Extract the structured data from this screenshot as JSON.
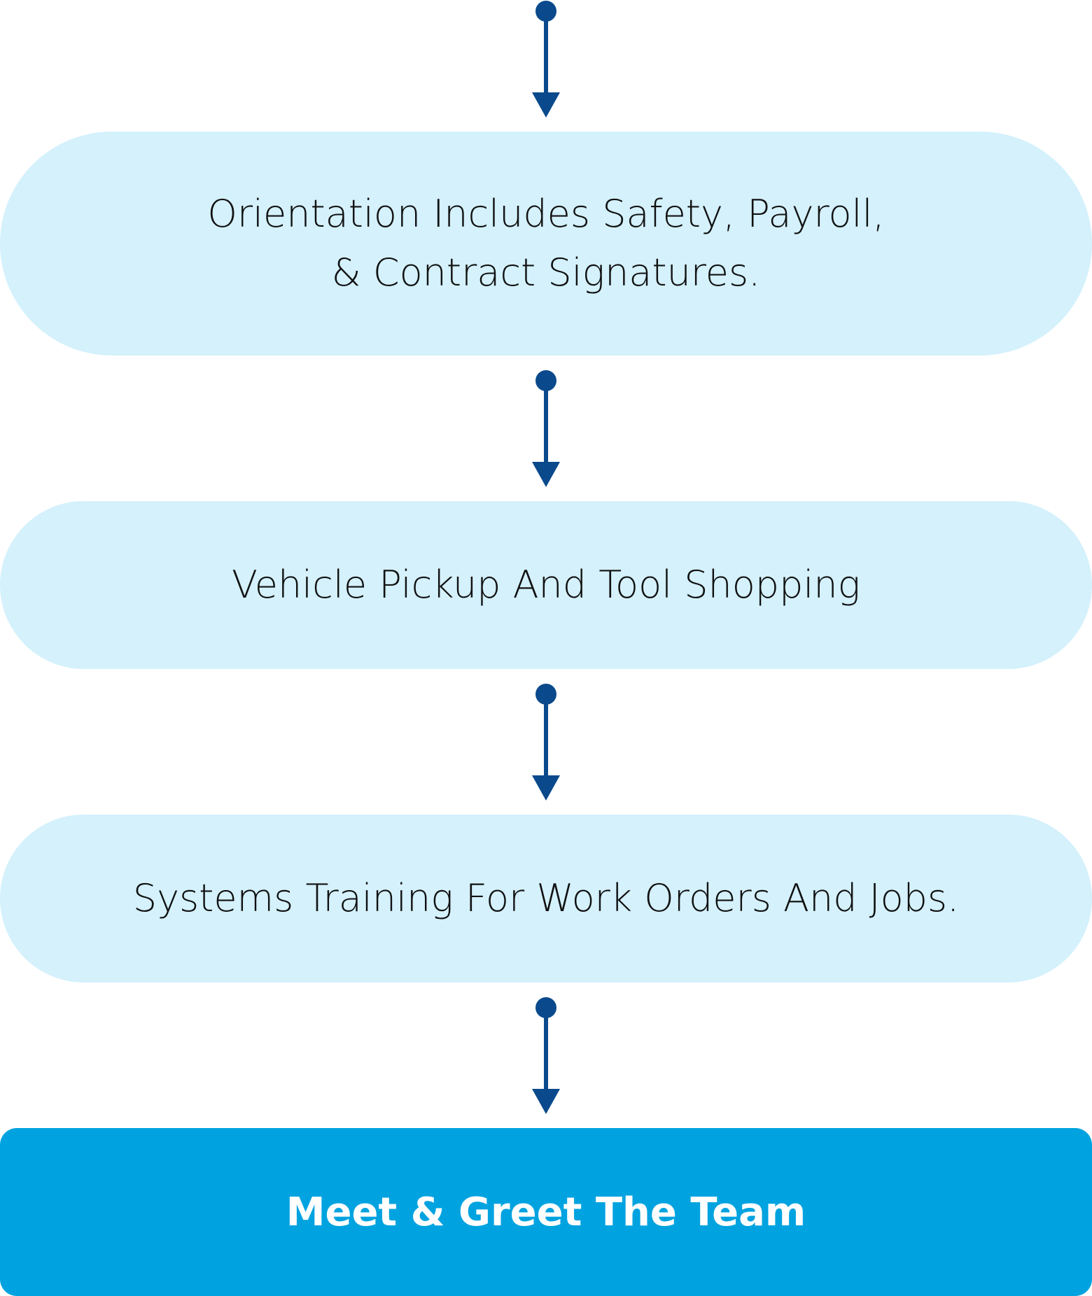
{
  "colors": {
    "pill_background": "#d4f1fc",
    "final_background": "#00a3e0",
    "arrow_color": "#0a4a8c"
  },
  "steps": [
    {
      "lines": [
        "Orientation Includes Safety, Payroll,",
        "& Contract Signatures."
      ]
    },
    {
      "lines": [
        "Vehicle Pickup And Tool Shopping"
      ]
    },
    {
      "lines": [
        "Systems Training For Work Orders And Jobs."
      ]
    }
  ],
  "final_step": {
    "label": "Meet & Greet The Team"
  },
  "connectors": [
    "arrow-down-icon",
    "arrow-down-icon",
    "arrow-down-icon",
    "arrow-down-icon"
  ]
}
